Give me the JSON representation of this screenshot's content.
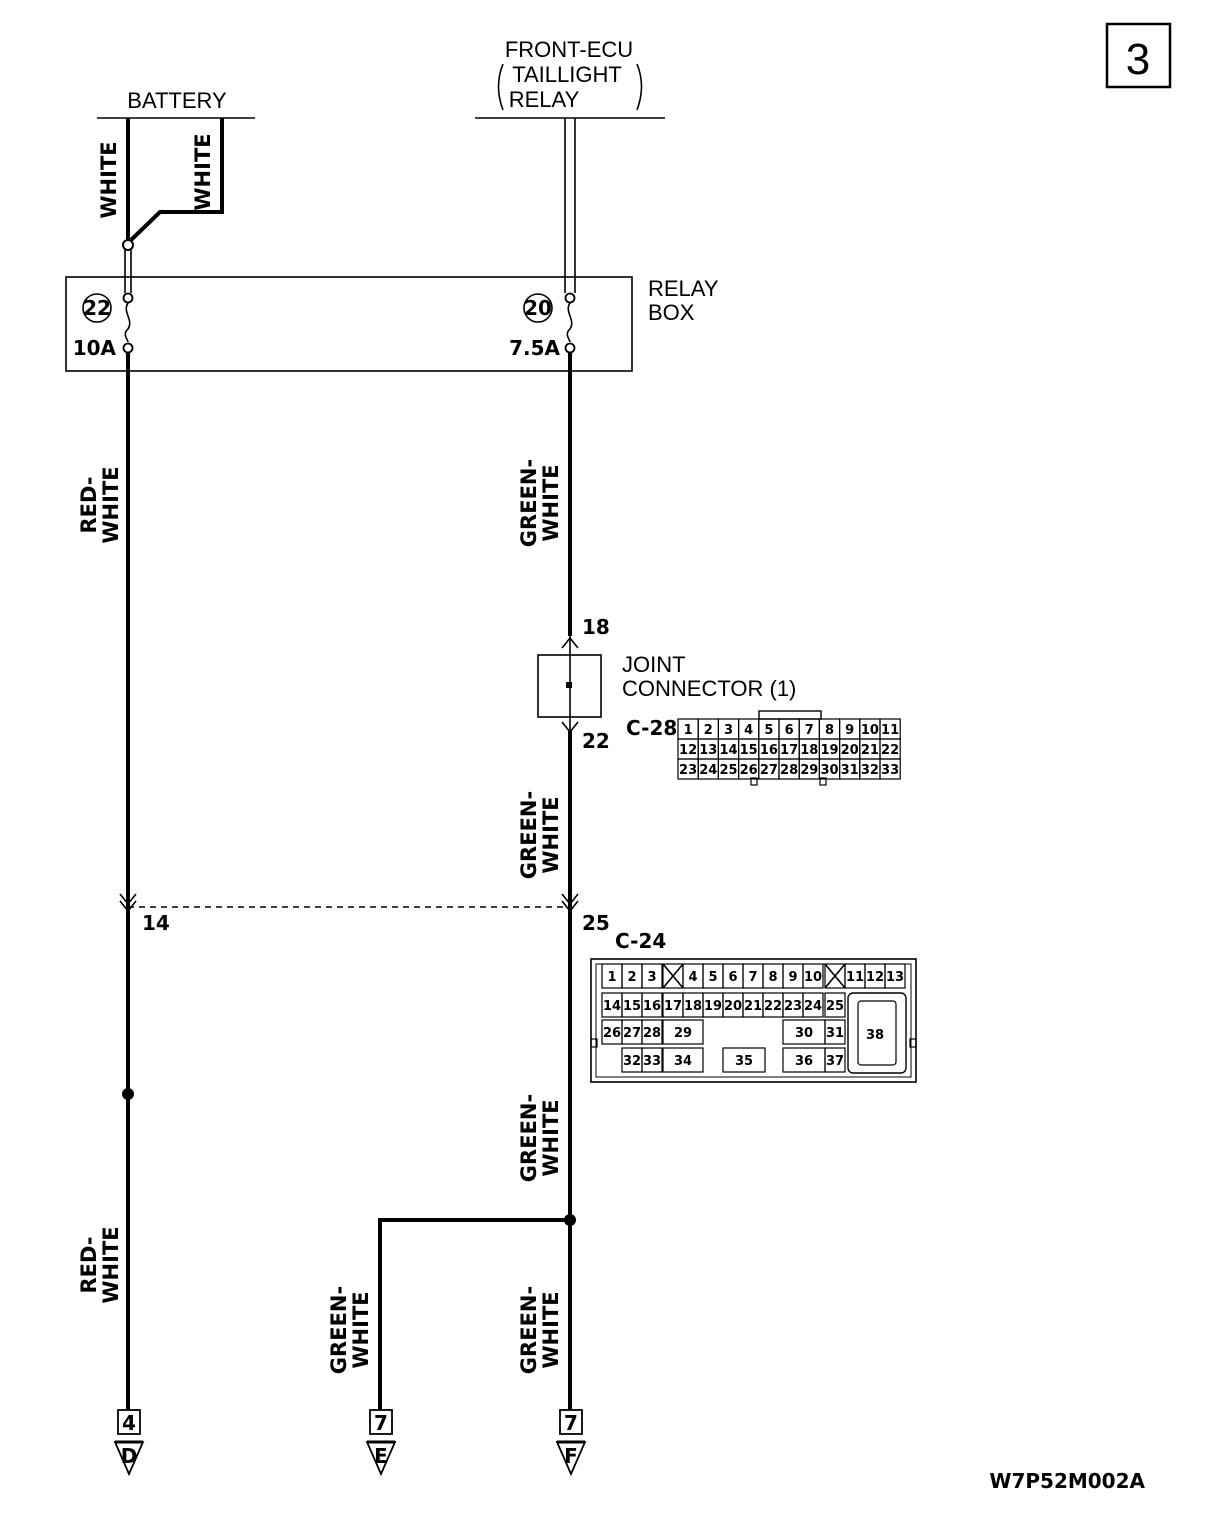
{
  "page_number": "3",
  "sources": {
    "battery": "BATTERY",
    "front_ecu": [
      "FRONT-ECU",
      "TAILLIGHT",
      "RELAY"
    ]
  },
  "relay_box": {
    "label": [
      "RELAY",
      "BOX"
    ],
    "fuse_left_no": "22",
    "fuse_left_rating": "10A",
    "fuse_right_no": "20",
    "fuse_right_rating": "7.5A"
  },
  "wire_colors": {
    "white": "WHITE",
    "red_white": [
      "RED-",
      "WHITE"
    ],
    "green_white": [
      "GREEN-",
      "WHITE"
    ]
  },
  "joint_connector": {
    "label": [
      "JOINT",
      "CONNECTOR (1)"
    ],
    "pin_in": "18",
    "pin_out": "22",
    "code": "C-28",
    "rows": [
      [
        "1",
        "2",
        "3",
        "4",
        "5",
        "6",
        "7",
        "8",
        "9",
        "10",
        "11"
      ],
      [
        "12",
        "13",
        "14",
        "15",
        "16",
        "17",
        "18",
        "19",
        "20",
        "21",
        "22"
      ],
      [
        "23",
        "24",
        "25",
        "26",
        "27",
        "28",
        "29",
        "30",
        "31",
        "32",
        "33"
      ]
    ]
  },
  "c24": {
    "code": "C-24",
    "pin_left": "14",
    "pin_right": "25",
    "row1": [
      "1",
      "2",
      "3",
      "4",
      "5",
      "6",
      "7",
      "8",
      "9",
      "10",
      "11",
      "12",
      "13"
    ],
    "row2": [
      "14",
      "15",
      "16",
      "17",
      "18",
      "19",
      "20",
      "21",
      "22",
      "23",
      "24",
      "25"
    ],
    "row3": [
      "26",
      "27",
      "28",
      "29",
      "30",
      "31"
    ],
    "row4": [
      "32",
      "33",
      "34",
      "35",
      "36",
      "37"
    ],
    "big_pin": "38"
  },
  "terminals": [
    {
      "page": "4",
      "letter": "D"
    },
    {
      "page": "7",
      "letter": "E"
    },
    {
      "page": "7",
      "letter": "F"
    }
  ],
  "drawing_code": "W7P52M002A"
}
